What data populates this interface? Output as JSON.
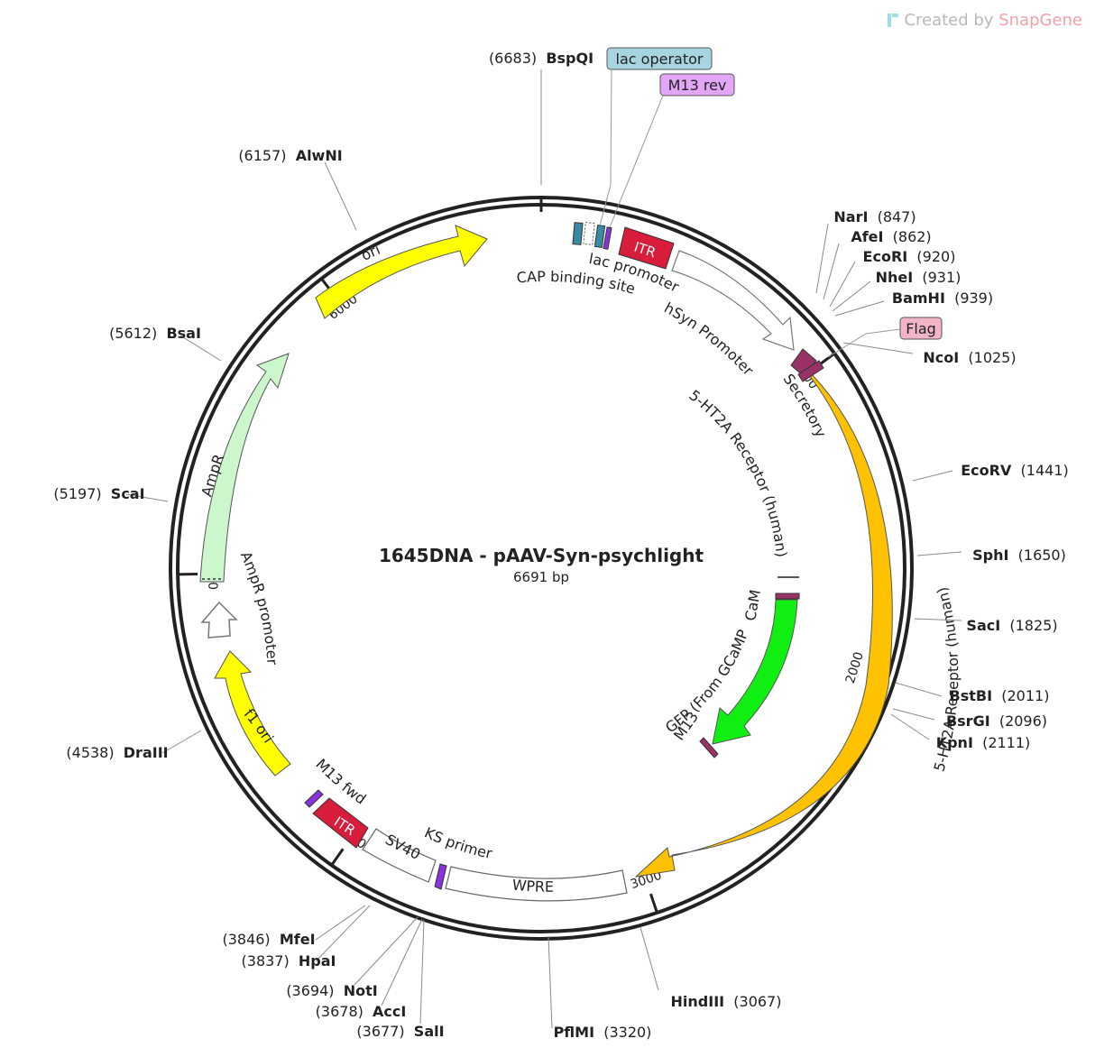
{
  "branding": {
    "created_by": "Created by",
    "product": "SnapGene"
  },
  "plasmid": {
    "name": "1645DNA - pAAV-Syn-psychlight",
    "length": "6691 bp",
    "total_bp": 6691
  },
  "ticks": [
    {
      "label": "1000",
      "pos": 1000
    },
    {
      "label": "2000",
      "pos": 2000
    },
    {
      "label": "3000",
      "pos": 3000
    },
    {
      "label": "4000",
      "pos": 4000
    },
    {
      "label": "5000",
      "pos": 5000
    },
    {
      "label": "6000",
      "pos": 6000
    }
  ],
  "sites": [
    {
      "name": "BspQI",
      "pos": "(6683)"
    },
    {
      "name": "AlwNI",
      "pos": "(6157)"
    },
    {
      "name": "BsaI",
      "pos": "(5612)"
    },
    {
      "name": "ScaI",
      "pos": "(5197)"
    },
    {
      "name": "DraIII",
      "pos": "(4538)"
    },
    {
      "name": "MfeI",
      "pos": "(3846)"
    },
    {
      "name": "HpaI",
      "pos": "(3837)"
    },
    {
      "name": "NotI",
      "pos": "(3694)"
    },
    {
      "name": "AccI",
      "pos": "(3678)"
    },
    {
      "name": "SalI",
      "pos": "(3677)"
    },
    {
      "name": "PflMI",
      "pos": "(3320)"
    },
    {
      "name": "HindIII",
      "pos": "(3067)"
    },
    {
      "name": "NarI",
      "pos": "(847)"
    },
    {
      "name": "AfeI",
      "pos": "(862)"
    },
    {
      "name": "EcoRI",
      "pos": "(920)"
    },
    {
      "name": "NheI",
      "pos": "(931)"
    },
    {
      "name": "BamHI",
      "pos": "(939)"
    },
    {
      "name": "NcoI",
      "pos": "(1025)"
    },
    {
      "name": "EcoRV",
      "pos": "(1441)"
    },
    {
      "name": "SphI",
      "pos": "(1650)"
    },
    {
      "name": "SacI",
      "pos": "(1825)"
    },
    {
      "name": "BstBI",
      "pos": "(2011)"
    },
    {
      "name": "BsrGI",
      "pos": "(2096)"
    },
    {
      "name": "KpnI",
      "pos": "(2111)"
    }
  ],
  "boxed_features": {
    "lac_operator": "lac operator",
    "m13_rev": "M13 rev",
    "flag": "Flag"
  },
  "features": {
    "ori": "ori",
    "ampr": "AmpR",
    "ampr_promoter": "AmpR promoter",
    "f1_ori": "f1 ori",
    "m13_fwd": "M13 fwd",
    "itr": "ITR",
    "sv40": "SV40",
    "ks_primer": "KS primer",
    "wpre": "WPRE",
    "lac_promoter": "lac promoter",
    "cap_binding_site": "CAP binding site",
    "hsyn_promoter": "hSyn Promoter",
    "secretory": "Secretory",
    "receptor_outer": "5-HT2A Receptor (human)",
    "receptor_inner": "5-HT2A Receptor (human)",
    "cam": "CaM",
    "cpgfp": "cpGFP (From GCaMP6)",
    "m13": "M13"
  },
  "colors": {
    "backbone": "#222222",
    "ori": "#ffff00",
    "f1_ori": "#ffff00",
    "ampr": "#ccf7cc",
    "receptor": "#ffc200",
    "cpgfp": "#11ee11",
    "itr": "#d81c3c",
    "secretory": "#993366",
    "lac_operator_box": "#a6d5e0",
    "m13_rev_box": "#e2a6f7",
    "flag_box": "#f2b5c6",
    "primer": "#8833dd"
  }
}
